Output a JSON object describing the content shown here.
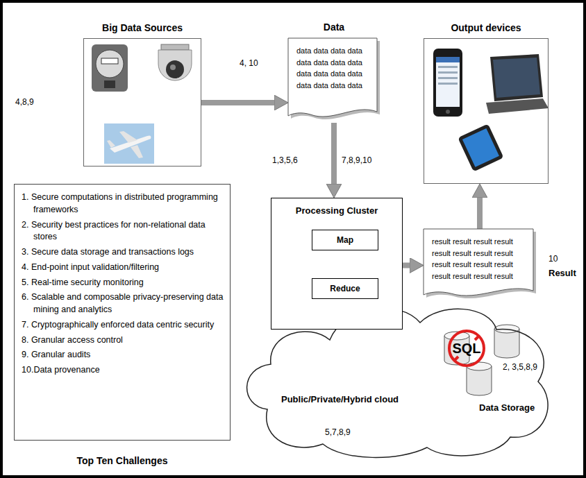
{
  "diagram": {
    "nodes": [
      {
        "text": [
          "Big Data Sources"
        ]
      },
      {
        "text": [
          "Data",
          "data data data data data data data data data data data data data data data data"
        ]
      },
      {
        "text": [
          "Output devices"
        ]
      },
      {
        "text": [
          "Processing Cluster"
        ]
      },
      {
        "text": [
          "Map"
        ],
        "in": 3
      },
      {
        "text": [
          "Reduce"
        ],
        "in": 3
      },
      {
        "text": [
          "result result result result result result result result result result result result result result result result",
          "Result"
        ]
      },
      {
        "text": [
          "1. Secure computations in distributed programming frameworks",
          "2. Security best practices for non-relational data stores",
          "3. Secure data storage and transactions logs",
          "4. End-point input validation/filtering",
          "5. Real-time security monitoring",
          "6. Scalable and composable privacy-preserving data mining and analytics",
          "7. Cryptographically enforced data centric security",
          "8. Granular access control",
          "9. Granular audits",
          "10.Data provenance",
          "Top Ten Challenges"
        ]
      },
      {
        "text": [
          "Public/Private/Hybrid cloud"
        ]
      }
    ],
    "edges": [
      {
        "from": 0,
        "to": 1,
        "arrow": "to"
      },
      {
        "from": 1,
        "to": 3,
        "arrow": "to"
      },
      {
        "from": 4,
        "to": 5,
        "arrow": "to"
      },
      {
        "from": 3,
        "to": 6,
        "arrow": "to"
      },
      {
        "from": 6,
        "to": 2,
        "arrow": "to"
      }
    ],
    "labels": [
      "4,8,9",
      "4, 10",
      "1,3,5,6",
      "7,8,9,10",
      "10",
      "SQL",
      "2, 3,5,8,9",
      "Data Storage",
      "5,7,8,9"
    ]
  }
}
